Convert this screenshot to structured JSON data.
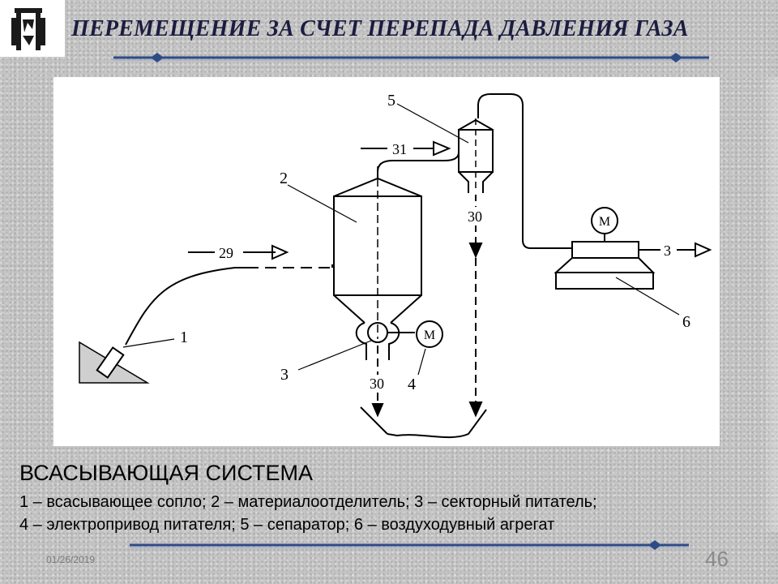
{
  "title": "ПЕРЕМЕЩЕНИЕ ЗА СЧЕТ ПЕРЕПАДА ДАВЛЕНИЯ ГАЗА",
  "diagram": {
    "labels": {
      "nozzle": "1",
      "separator_tank": "2",
      "feeder": "3",
      "feeder_drive": "4",
      "separator": "5",
      "blower": "6",
      "flow_29": "29",
      "flow_31": "31",
      "flow_30_top": "30",
      "flow_30_bottom": "30",
      "outlet_3": "3",
      "motor_feeder": "M",
      "motor_blower": "M"
    }
  },
  "caption": {
    "heading": "ВСАСЫВАЮЩАЯ СИСТЕМА",
    "line1": "1 – всасывающее сопло; 2 – материалоотделитель; 3 – секторный питатель;",
    "line2": "4 – электропривод питателя; 5 – сепаратор; 6 – воздуходувный агрегат"
  },
  "footer": {
    "date": "01/26/2019",
    "page": "46"
  },
  "colors": {
    "title": "#1c1c40",
    "rule": "#2e4b86",
    "background": "#c4c4c4"
  }
}
